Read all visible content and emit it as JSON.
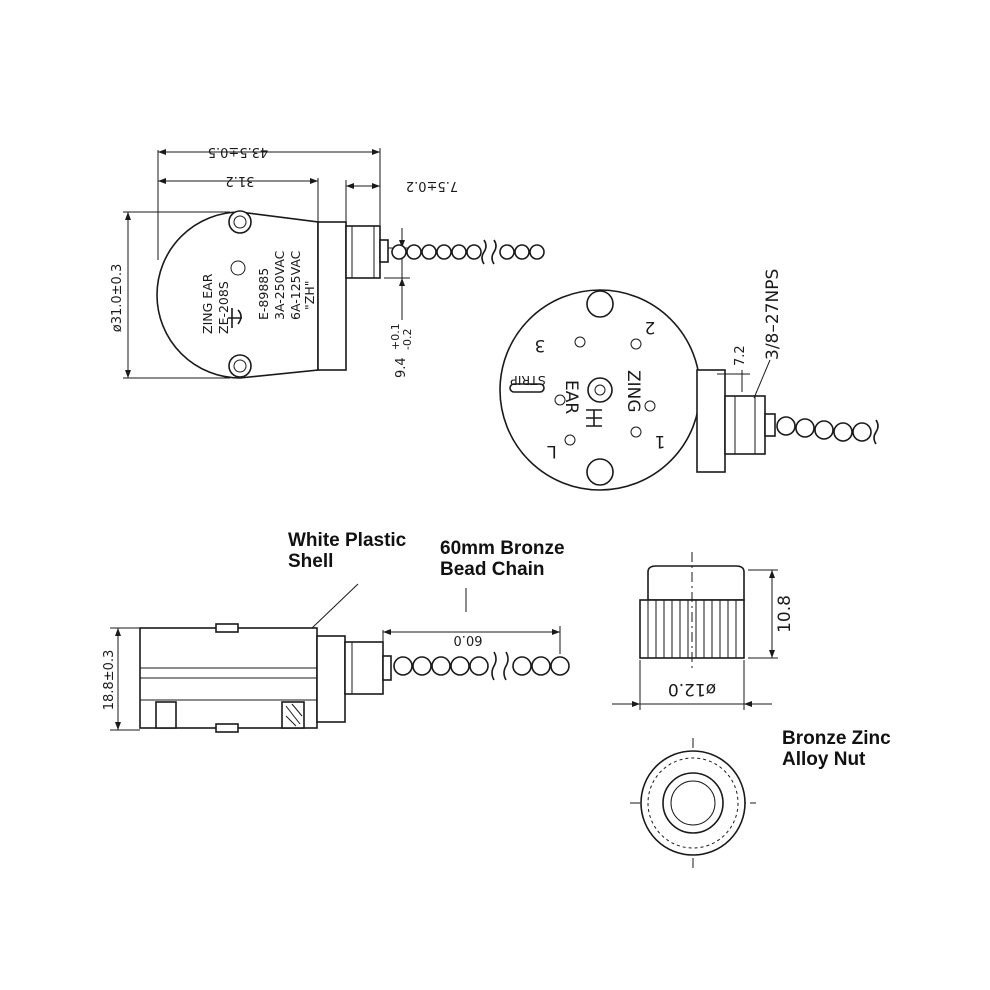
{
  "top_view": {
    "dim_overall": "43.5±0.5",
    "dim_body": "31.2",
    "dim_bushing": "7.5±0.2",
    "dim_diameter": "ø31.0±0.3",
    "dim_offset_main": "9.4",
    "dim_offset_plus": "+0.1",
    "dim_offset_minus": "-0.2",
    "marking": [
      "ZING EAR",
      "ZE-208S",
      "E-89885",
      "3A-250VAC",
      "6A-125VAC",
      "\"ZH\""
    ]
  },
  "back_view": {
    "thread_label": "3/8–27NPS",
    "dim_bushing_length": "7.2",
    "terminal_1": "1",
    "terminal_2": "2",
    "terminal_3": "3",
    "terminal_L": "L",
    "strip_label": "STRIP",
    "logo_zing": "ZING",
    "logo_ear": "EAR"
  },
  "side_view": {
    "dim_height": "18.8±0.3",
    "dim_chain": "60.0"
  },
  "nut_view": {
    "dim_height": "10.8",
    "dim_diameter": "ø12.0"
  },
  "callouts": {
    "shell": "White Plastic\nShell",
    "chain": "60mm Bronze\nBead Chain",
    "nut": "Bronze Zinc\nAlloy Nut"
  }
}
